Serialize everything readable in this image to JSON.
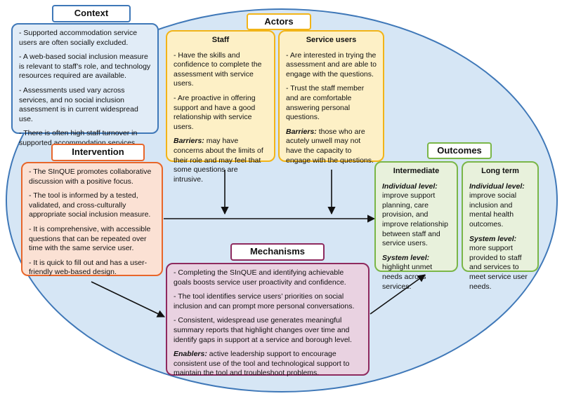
{
  "context": {
    "title": "Context",
    "items": [
      "- Supported accommodation service users are often socially excluded.",
      "- A web-based social inclusion measure is relevant to staff’s role, and technology resources required are available.",
      "- Assessments used vary across services, and no social inclusion assessment is in current widespread use.",
      "- There is often high staff turnover in supported accommodation services."
    ]
  },
  "actors": {
    "title": "Actors",
    "staff": {
      "title": "Staff",
      "items": [
        "- Have the skills and confidence to complete the assessment with service users.",
        "- Are proactive in offering support and have a good relationship with service users."
      ],
      "barrier_label": "Barriers:",
      "barrier_text": " may have concerns about the limits of their role and may feel that some questions are intrusive."
    },
    "service_users": {
      "title": "Service users",
      "items": [
        "- Are interested in trying the assessment and are able to engage with the questions.",
        "- Trust the staff member and are comfortable answering personal questions."
      ],
      "barrier_label": "Barriers:",
      "barrier_text": " those who are acutely unwell may not have the capacity to engage with the questions."
    }
  },
  "intervention": {
    "title": "Intervention",
    "items": [
      "- The SInQUE promotes collaborative discussion with a positive focus.",
      "- The tool is informed by a tested, validated, and cross-culturally appropriate social inclusion measure.",
      "- It is comprehensive, with accessible questions that can be repeated over time with the same service user.",
      "- It is quick to fill out and has a user-friendly web-based design."
    ]
  },
  "mechanisms": {
    "title": "Mechanisms",
    "items": [
      "- Completing the SInQUE and identifying achievable goals boosts service user proactivity and confidence.",
      "- The tool identifies service users’ priorities on social inclusion and can prompt more personal conversations.",
      "- Consistent, widespread use generates meaningful summary reports that highlight changes over time and identify gaps in support at a service and borough level."
    ],
    "enabler_label": "Enablers:",
    "enabler_text": " active leadership support to encourage consistent use of the tool and technological support to maintain the tool and troubleshoot problems."
  },
  "outcomes": {
    "title": "Outcomes",
    "intermediate": {
      "title": "Intermediate",
      "individual_label": "Individual level:",
      "individual_text": " improve support planning, care provision, and improve relationship between staff and service users.",
      "system_label": "System level:",
      "system_text": " highlight unmet needs across services."
    },
    "long_term": {
      "title": "Long term",
      "individual_label": "Individual level:",
      "individual_text": " improve social inclusion and mental health outcomes.",
      "system_label": "System level:",
      "system_text": " more support provided to staff and services to meet service user needs."
    }
  },
  "colors": {
    "context": "#3f78b8",
    "intervention": "#e8662a",
    "actors": "#f2b418",
    "outcomes": "#7ab648",
    "mechanisms": "#8e2a5e",
    "background": "#d6e6f5"
  }
}
